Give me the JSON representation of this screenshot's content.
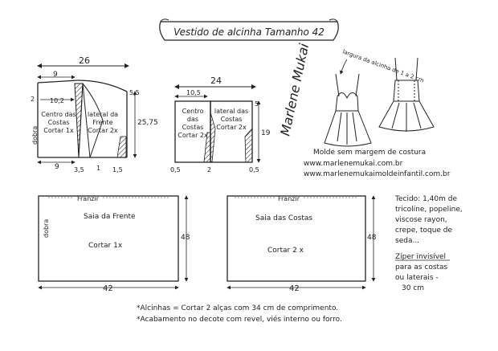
{
  "title": "Vestido de alcinha Tamanho 42",
  "bodice_front_back": {
    "width_top": "26",
    "dim_9_top": "9",
    "dim_2": "2",
    "dim_10_2": "10,2",
    "dim_5_5": "5,5",
    "dim_25_75": "25,75",
    "label_center_back": "Centro das Costas Cortar 1x",
    "label_side_front": "lateral da Frente Cortar 2x",
    "fold_label": "dobra",
    "dim_9_bottom": "9",
    "dim_3_5": "3,5",
    "dim_1": "1",
    "dim_1_5": "1,5"
  },
  "bodice_back": {
    "width_top": "24",
    "dim_10_5": "10,5",
    "dim_5": "5",
    "dim_19": "19",
    "label_center_back": "Centro das Costas Cortar 2x",
    "label_side_back": "lateral das Costas Cortar 2x",
    "dim_0_5_left": "0,5",
    "dim_2_bottom": "2",
    "dim_0_5_right": "0,5"
  },
  "skirt_front": {
    "gather_label": "Franzir",
    "fold_label": "dobra",
    "name": "Saia da Frente",
    "cut": "Cortar 1x",
    "height": "48",
    "width": "42"
  },
  "skirt_back": {
    "gather_label": "Franzir",
    "name": "Saia das Costas",
    "cut": "Cortar 2 x",
    "height": "48",
    "width": "42"
  },
  "illustration": {
    "strap_note": "largura da alcinha de 1 a 2 cm",
    "signature": "Marlene Mukai"
  },
  "seam_note": "Molde sem margem de costura",
  "websites": [
    "www.marlenemukai.com.br",
    "www.marlenemukaimoldeinfantil.com.br"
  ],
  "fabric_note": {
    "lines": [
      "Tecido: 1,40m de",
      "tricoline, popeline,",
      "viscose rayon,",
      "crepe, toque de",
      "seda...",
      "Zíper invisível",
      "para as costas",
      "ou laterais -",
      "30 cm"
    ]
  },
  "footer": {
    "line1": "*Alcinhas = Cortar 2 alças com 34 cm de comprimento.",
    "line2": "*Acabamento no decote com revel, viés interno ou forro."
  }
}
